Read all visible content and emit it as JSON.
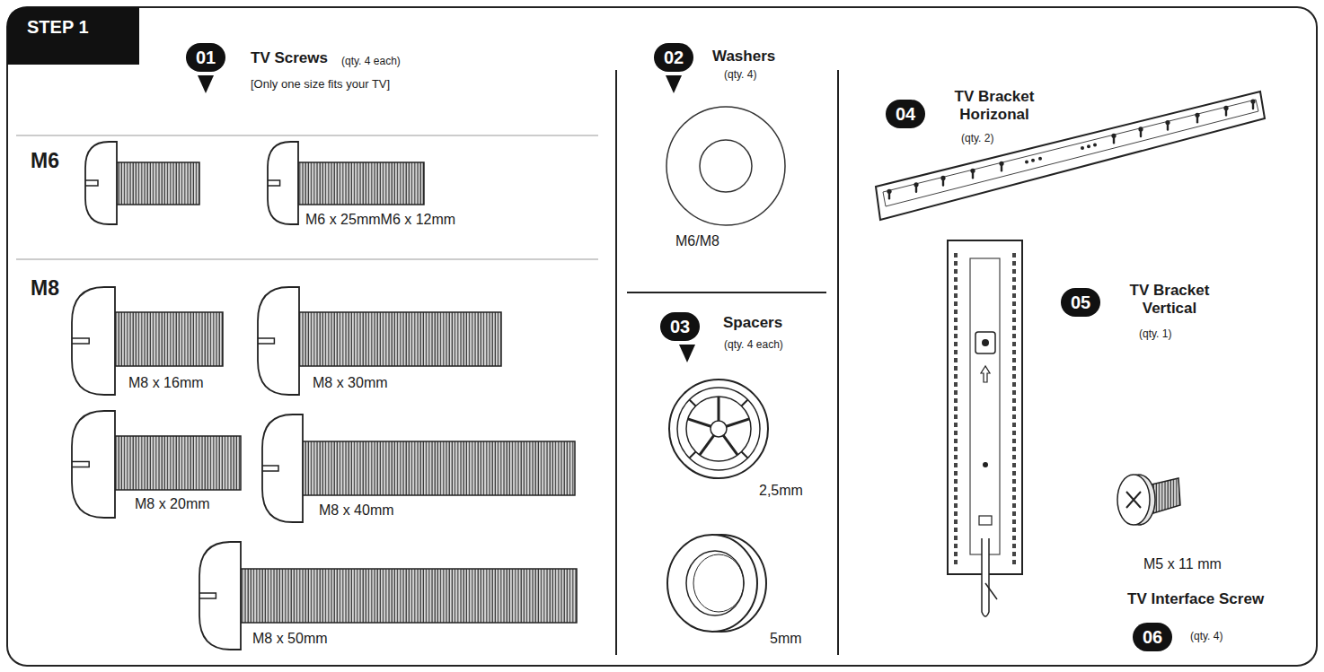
{
  "diagram": {
    "title": "STEP 1",
    "labels": [
      "01",
      "TV Screws",
      "(qty. 4 each)",
      "[Only one size fits your TV]",
      "M6",
      "M6 x 25mmM6 x 12mm",
      "M8",
      "M8 x 16mm",
      "M8 x 30mm",
      "M8 x 20mm",
      "M8 x 40mm",
      "M8 x 50mm",
      "02",
      "Washers",
      "(qty. 4)",
      "M6/M8",
      "03",
      "Spacers",
      "(qty. 4 each)",
      "2,5mm",
      "5mm",
      "04",
      "TV Bracket Horizonal",
      "(qty. 2)",
      "05",
      "TV Bracket Vertical",
      "(qty. 1)",
      "M5 x 11 mm",
      "TV Interface Screw",
      "06",
      "(qty. 4)"
    ]
  }
}
